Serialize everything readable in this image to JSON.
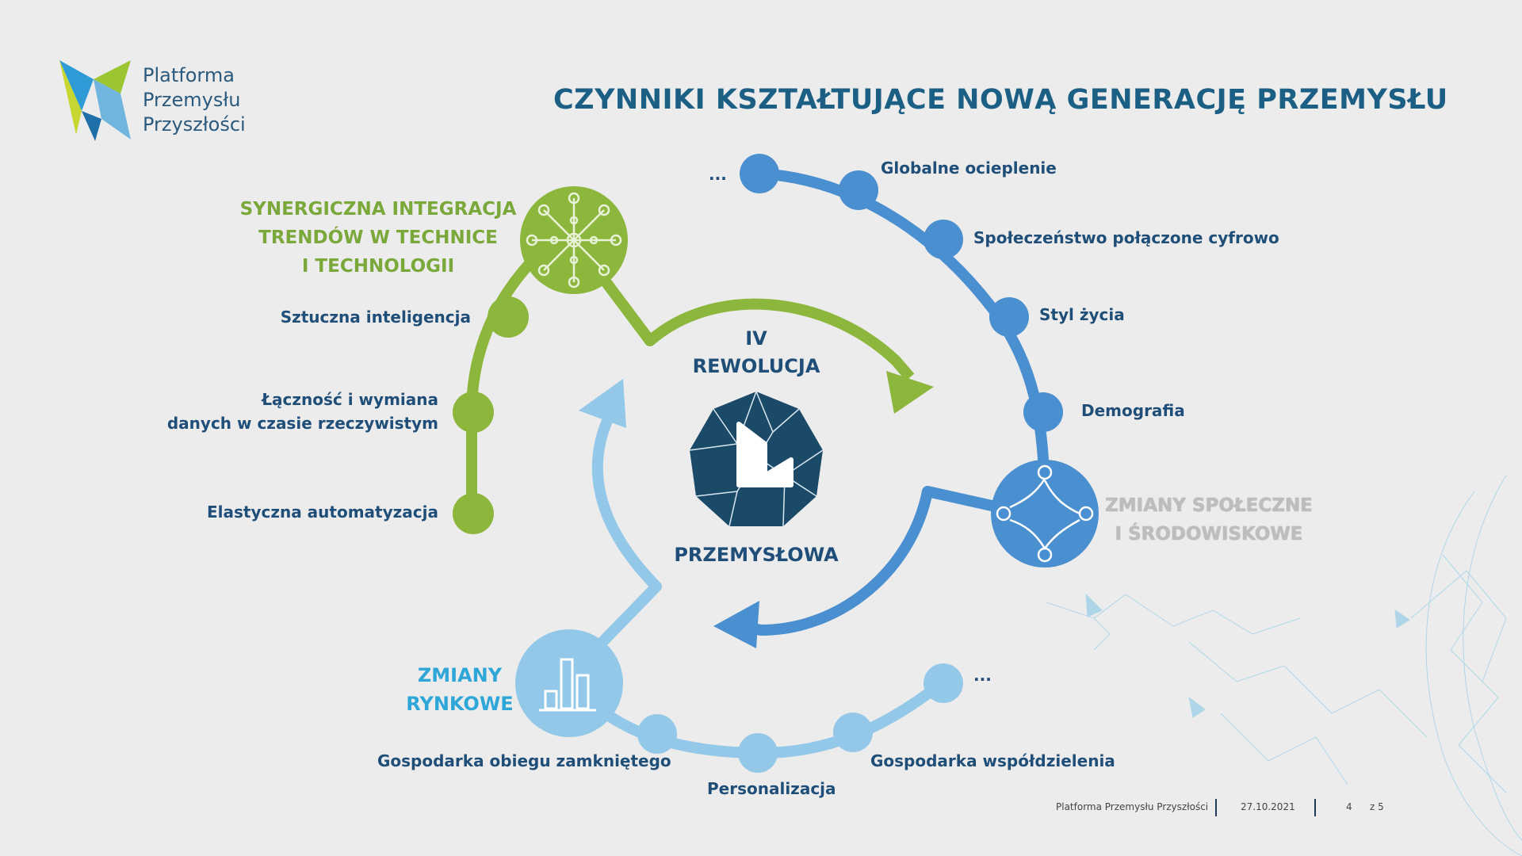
{
  "logo": {
    "text": "Platforma\nPrzemysłu\nPrzyszłości"
  },
  "title": "CZYNNIKI KSZTAŁTUJĄCE NOWĄ GENERACJĘ PRZEMYSŁU",
  "center": {
    "top": "IV\nREWOLUCJA",
    "bottom": "PRZEMYSŁOWA"
  },
  "technology": {
    "header": "SYNERGICZNA INTEGRACJA\nTRENDÓW W TECHNICE\nI TECHNOLOGII",
    "items": [
      "Sztuczna inteligencja",
      "Łączność i wymiana\ndanych w czasie rzeczywistym",
      "Elastyczna automatyzacja"
    ]
  },
  "social": {
    "header": "ZMIANY SPOŁECZNE\nI ŚRODOWISKOWE",
    "items": [
      "...",
      "Globalne ocieplenie",
      "Społeczeństwo połączone cyfrowo",
      "Styl życia",
      "Demografia"
    ]
  },
  "market": {
    "header": "ZMIANY\nRYNKOWE",
    "items": [
      "Gospodarka obiegu zamkniętego",
      "Personalizacja",
      "Gospodarka współdzielenia",
      "..."
    ]
  },
  "footer": {
    "org": "Platforma Przemysłu Przyszłości",
    "date": "27.10.2021",
    "page": "4",
    "of": "z 5"
  },
  "colors": {
    "green": "#8cb63c",
    "blue": "#3f85c6",
    "lightblue": "#93c8e8",
    "navy": "#1b4a68",
    "title": "#1b5f85"
  }
}
